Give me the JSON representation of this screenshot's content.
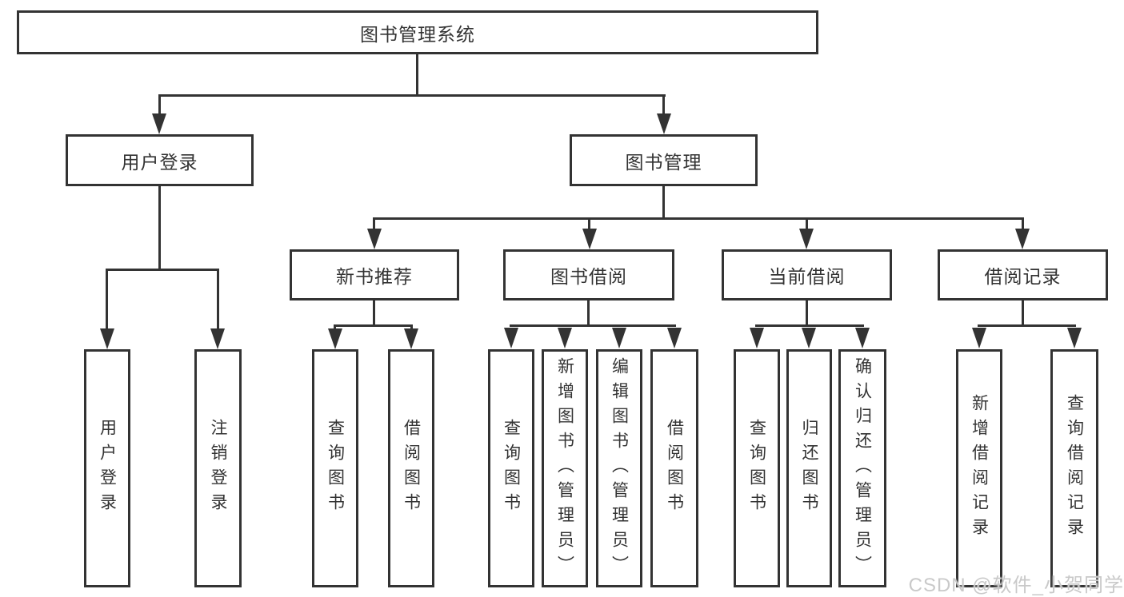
{
  "tree": {
    "root": {
      "label": "图书管理系统"
    },
    "children": [
      {
        "label": "用户登录",
        "children": [
          {
            "label": "用户登录"
          },
          {
            "label": "注销登录"
          }
        ]
      },
      {
        "label": "图书管理",
        "children": [
          {
            "label": "新书推荐",
            "children": [
              {
                "label": "查询图书"
              },
              {
                "label": "借阅图书"
              }
            ]
          },
          {
            "label": "图书借阅",
            "children": [
              {
                "label": "查询图书"
              },
              {
                "label": "新增图书（管理员）"
              },
              {
                "label": "编辑图书（管理员）"
              },
              {
                "label": "借阅图书"
              }
            ]
          },
          {
            "label": "当前借阅",
            "children": [
              {
                "label": "查询图书"
              },
              {
                "label": "归还图书"
              },
              {
                "label": "确认归还（管理员）"
              }
            ]
          },
          {
            "label": "借阅记录",
            "children": [
              {
                "label": "新增借阅记录"
              },
              {
                "label": "查询借阅记录"
              }
            ]
          }
        ]
      }
    ]
  },
  "watermark": {
    "text": "CSDN @软件_小贺同学"
  },
  "colors": {
    "line": "#333333",
    "text": "#333333",
    "box_background": "#ffffff",
    "page_background": "#ffffff",
    "watermark": "#c9c9c9"
  }
}
